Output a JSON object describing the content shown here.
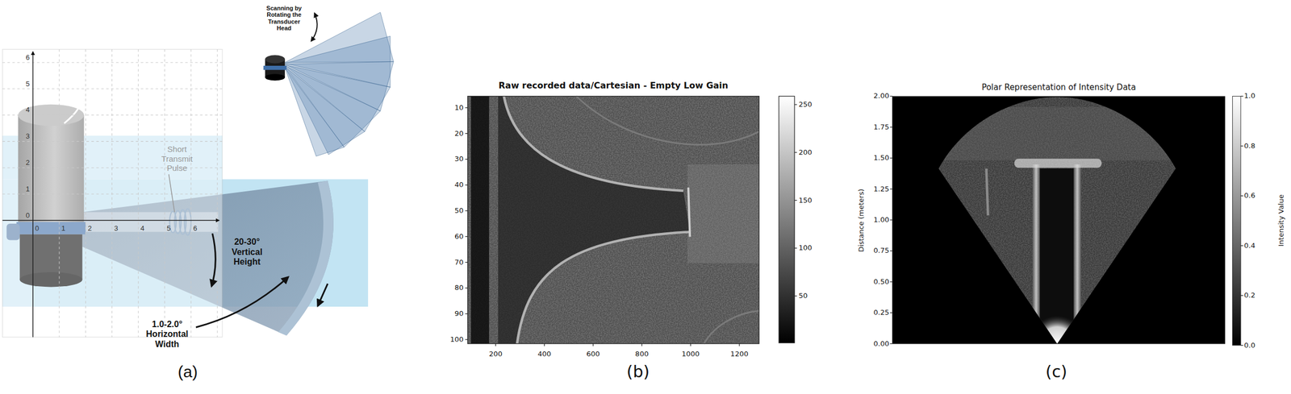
{
  "diagram": {
    "labels": [
      "Scanning by Rotating the Transducer Head",
      "6",
      "5",
      "4",
      "3",
      "2",
      "1",
      "0",
      "0",
      "1",
      "2",
      "3",
      "4",
      "5",
      "6",
      "Short Transmit Pulse",
      "20-30° Vertical Height",
      "1.0-2.0° Horizontal Width",
      "(a)",
      "Raw recorded data/Cartesian - Empty Low Gain",
      "10",
      "20",
      "30",
      "40",
      "50",
      "60",
      "70",
      "80",
      "90",
      "100",
      "200",
      "400",
      "600",
      "800",
      "1000",
      "1200",
      "50",
      "100",
      "150",
      "200",
      "250",
      "(b)",
      "Polar Representation of Intensity Data",
      "Distance (meters)",
      "0.00",
      "0.25",
      "0.50",
      "0.75",
      "1.00",
      "1.25",
      "1.50",
      "1.75",
      "2.00",
      "0.0",
      "0.2",
      "0.4",
      "0.6",
      "0.8",
      "1.0",
      "Intensity Value",
      "(c)"
    ]
  }
}
